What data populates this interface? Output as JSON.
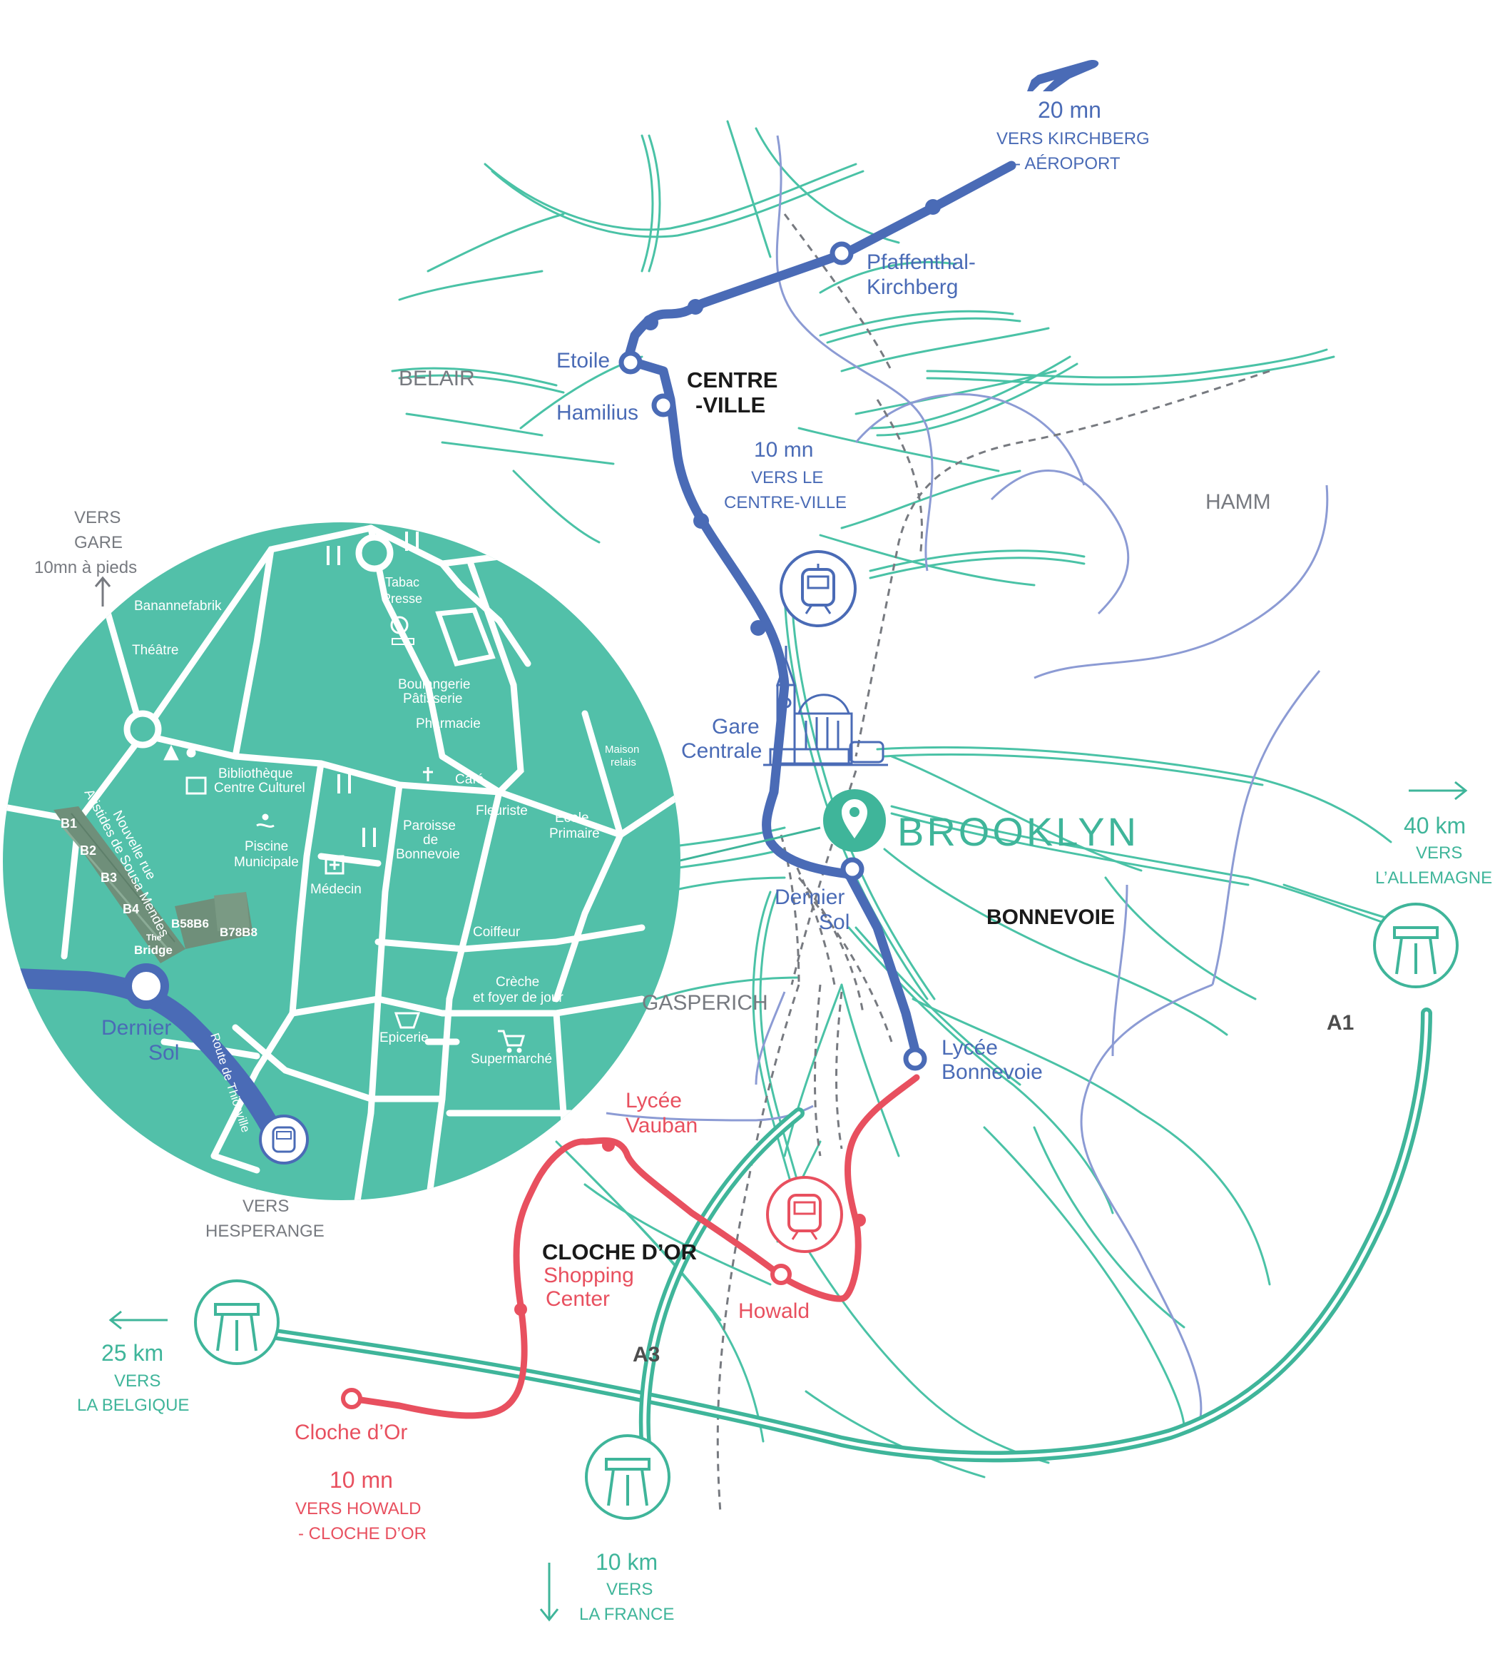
{
  "districts": {
    "belair": "BELAIR",
    "centre_1": "CENTRE",
    "centre_2": "-VILLE",
    "hamm": "HAMM",
    "bonnevoie": "BONNEVOIE",
    "gasperich": "GASPERICH",
    "cloche_dor": "CLOCHE D’OR"
  },
  "blue_line": {
    "airport_time": "20 mn",
    "airport_dest_1": "VERS KIRCHBERG",
    "airport_dest_2": "- AÉROPORT",
    "stops": {
      "pfaffenthal_1": "Pfaffenthal-",
      "pfaffenthal_2": "Kirchberg",
      "etoile": "Etoile",
      "hamilius": "Hamilius",
      "gare_1": "Gare",
      "gare_2": "Centrale",
      "dernier_1": "Dernier",
      "dernier_2": "Sol",
      "lycee_1": "Lycée",
      "lycee_2": "Bonnevoie"
    },
    "centre_time": "10 mn",
    "centre_dest_1": "VERS LE",
    "centre_dest_2": "CENTRE-VILLE",
    "color": "#4a6bb6"
  },
  "red_line": {
    "stops": {
      "vauban_1": "Lycée",
      "vauban_2": "Vauban",
      "shopping_1": "Shopping",
      "shopping_2": "Center",
      "howald": "Howald",
      "cloche": "Cloche d’Or"
    },
    "time": "10 mn",
    "dest_1": "VERS HOWALD",
    "dest_2": "- CLOCHE D’OR",
    "color": "#e8505f"
  },
  "highways": {
    "a1": "A1",
    "a3": "A3",
    "germany_dist": "40 km",
    "germany_1": "VERS",
    "germany_2": "L’ALLEMAGNE",
    "belgium_dist": "25 km",
    "belgium_1": "VERS",
    "belgium_2": "LA BELGIQUE",
    "france_dist": "10 km",
    "france_1": "VERS",
    "france_2": "LA FRANCE",
    "color": "#3fb59a"
  },
  "brooklyn": "BROOKLYN",
  "inset": {
    "gare_1": "VERS",
    "gare_2": "GARE",
    "gare_3": "10mn à pieds",
    "hesperange_1": "VERS",
    "hesperange_2": "HESPERANGE",
    "places": {
      "banannefabrik": "Banannefabrik",
      "theatre": "Théâtre",
      "tabac_1": "Tabac",
      "tabac_2": "Presse",
      "boulangerie_1": "Boulangerie",
      "boulangerie_2": "Pâtisserie",
      "pharmacie": "Pharmacie",
      "maison_1": "Maison",
      "maison_2": "relais",
      "bibliotheque_1": "Bibliothèque",
      "bibliotheque_2": "Centre Culturel",
      "cafe": "Café",
      "fleuriste": "Fleuriste",
      "ecole_1": "Ecole",
      "ecole_2": "Primaire",
      "paroisse_1": "Paroisse",
      "paroisse_2": "de",
      "paroisse_3": "Bonnevoie",
      "piscine_1": "Piscine",
      "piscine_2": "Municipale",
      "medecin": "Médecin",
      "coiffeur": "Coiffeur",
      "creche_1": "Crèche",
      "creche_2": "et foyer de jour",
      "epicerie": "Epicerie",
      "supermarche": "Supermarché",
      "rue_1": "Nouvelle rue",
      "rue_2": "Aristides de Sousa Mendes",
      "route": "Route de Thionville",
      "dernier_1": "Dernier",
      "dernier_2": "Sol"
    },
    "buildings": {
      "b1": "B1",
      "b2": "B2",
      "b3": "B3",
      "b4": "B4",
      "b5b6": "B58B6",
      "b7b8": "B78B8",
      "bridge_1": "The",
      "bridge_2": "Bridge"
    },
    "color": "#52c0a9"
  }
}
